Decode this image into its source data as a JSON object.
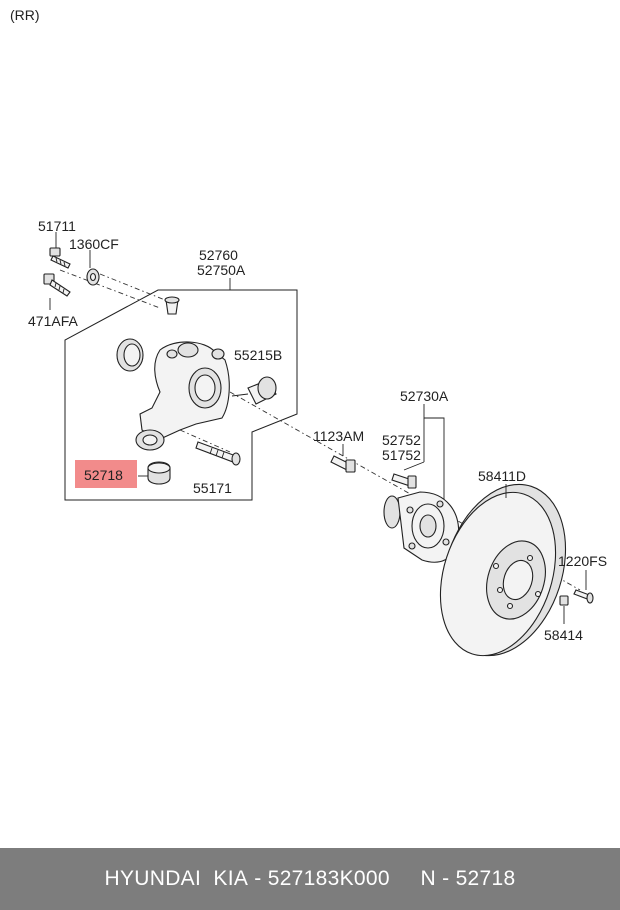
{
  "diagram": {
    "position_label": "(RR)",
    "labels": {
      "p51711": "51711",
      "p1360cf": "1360CF",
      "p471afa": "471AFA",
      "p52760": "52760",
      "p52750a": "52750A",
      "p55215b": "55215B",
      "p52718": "52718",
      "p55171": "55171",
      "p1123am": "1123AM",
      "p52730a": "52730A",
      "p52752": "52752",
      "p51752": "51752",
      "p58411d": "58411D",
      "p1220fs": "1220FS",
      "p58414": "58414"
    },
    "highlight_color": "#f28b8b"
  },
  "footer": {
    "brand": "HYUNDAI  KIA",
    "separator1": " - ",
    "part_number": "527183K000",
    "gap": "     ",
    "code_prefix": "N",
    "separator2": " - ",
    "code": "52718"
  }
}
